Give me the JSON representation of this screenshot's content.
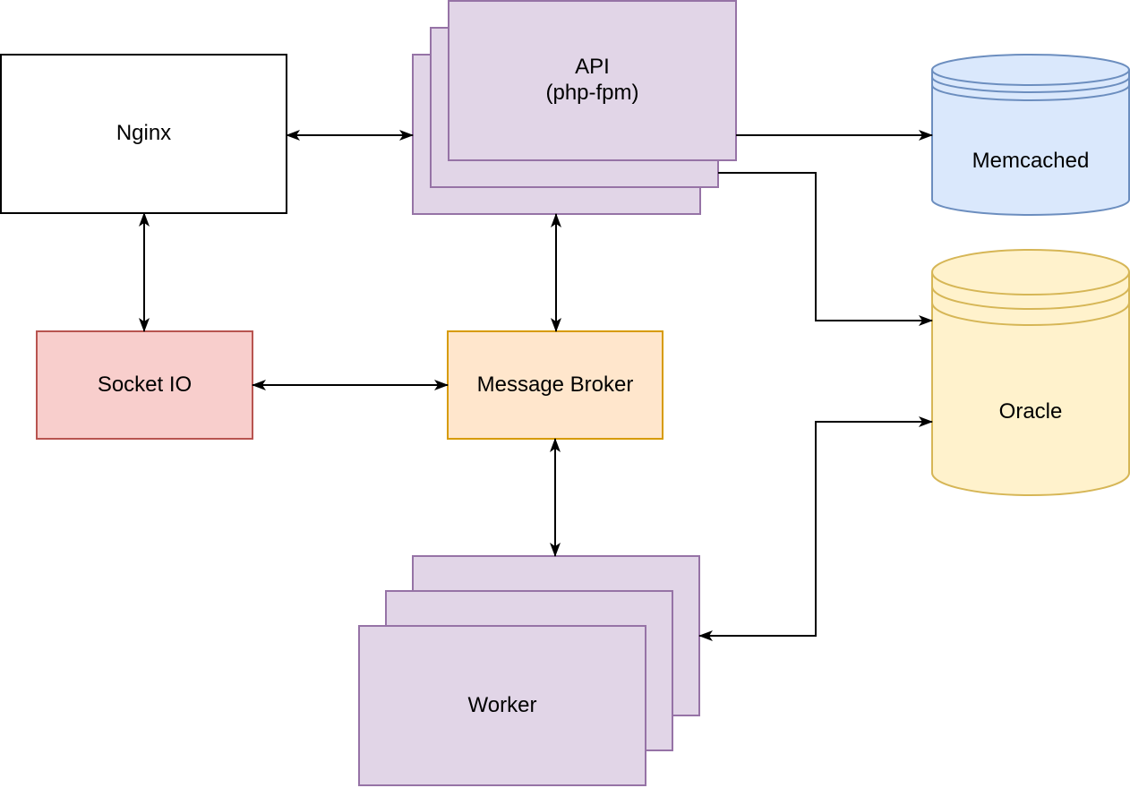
{
  "diagram": {
    "background": "#FFFFFF",
    "connector_color": "#000000",
    "text_color": "#000000"
  },
  "nodes": {
    "nginx": {
      "label": "Nginx",
      "shape": "rectangle",
      "fill": "#FFFFFF",
      "stroke": "#000000"
    },
    "api": {
      "label": "API\n(php-fpm)",
      "shape": "stacked-rectangle",
      "instances": 3,
      "fill": "#E1D5E7",
      "stroke": "#9673A6"
    },
    "memcached": {
      "label": "Memcached",
      "shape": "database-cylinder",
      "fill": "#DAE8FC",
      "stroke": "#6C8EBF"
    },
    "socket_io": {
      "label": "Socket IO",
      "shape": "rectangle",
      "fill": "#F8CECC",
      "stroke": "#B85450"
    },
    "message_broker": {
      "label": "Message Broker",
      "shape": "rectangle",
      "fill": "#FFE6CC",
      "stroke": "#D79B00"
    },
    "oracle": {
      "label": "Oracle",
      "shape": "database-cylinder",
      "fill": "#FFF2CC",
      "stroke": "#D6B656"
    },
    "worker": {
      "label": "Worker",
      "shape": "stacked-rectangle",
      "instances": 3,
      "fill": "#E1D5E7",
      "stroke": "#9673A6"
    }
  },
  "edges": [
    {
      "from": "nginx",
      "to": "api",
      "arrows": "both"
    },
    {
      "from": "nginx",
      "to": "socket_io",
      "arrows": "both"
    },
    {
      "from": "api",
      "to": "memcached",
      "arrows": "to"
    },
    {
      "from": "api",
      "to": "message_broker",
      "arrows": "both"
    },
    {
      "from": "api",
      "to": "oracle",
      "arrows": "to"
    },
    {
      "from": "socket_io",
      "to": "message_broker",
      "arrows": "both"
    },
    {
      "from": "message_broker",
      "to": "worker",
      "arrows": "both"
    },
    {
      "from": "worker",
      "to": "oracle",
      "arrows": "both"
    }
  ]
}
